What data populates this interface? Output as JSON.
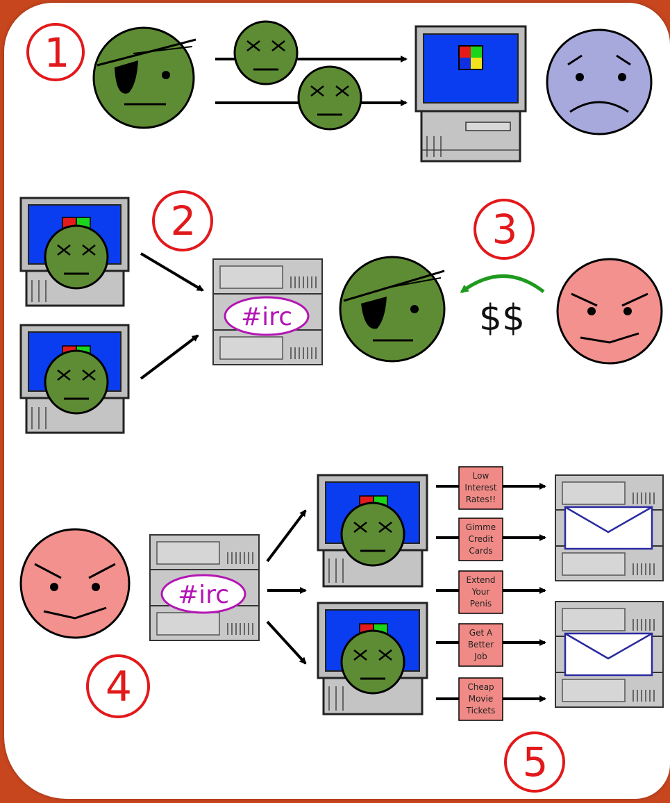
{
  "steps": {
    "s1": "1",
    "s2": "2",
    "s3": "3",
    "s4": "4",
    "s5": "5"
  },
  "server_label": "#irc",
  "payment": "$$",
  "spam": [
    [
      "Low",
      "Interest",
      "Rates!!"
    ],
    [
      "Gimme",
      "Credit",
      "Cards"
    ],
    [
      "Extend",
      "Your",
      "Penis"
    ],
    [
      "Get A",
      "Better",
      "Job"
    ],
    [
      "Cheap",
      "Movie",
      "Tickets"
    ]
  ],
  "colors": {
    "zombie_green": "#5e8c34",
    "victim_blue": "#a7a9dd",
    "client_pink": "#f2918d",
    "screen_blue": "#0a3cf0",
    "step_red": "#e2191b",
    "irc_magenta": "#b316b3",
    "spam_box": "#f08a86",
    "arrow_green": "#1e9a1e"
  }
}
